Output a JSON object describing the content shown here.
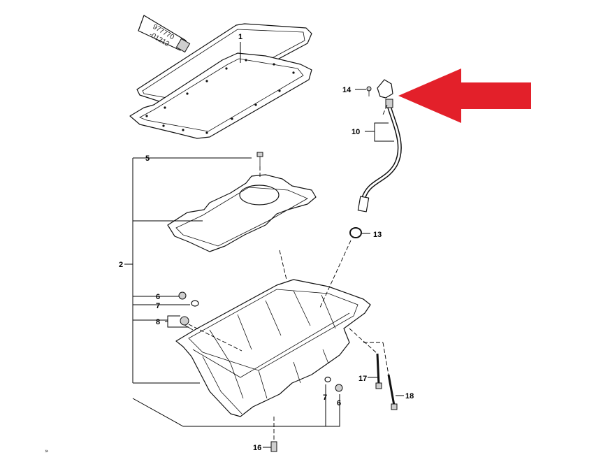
{
  "diagram": {
    "callouts": [
      {
        "id": "1",
        "label": "1"
      },
      {
        "id": "2",
        "label": "2"
      },
      {
        "id": "5",
        "label": "5"
      },
      {
        "id": "6a",
        "label": "6"
      },
      {
        "id": "7a",
        "label": "7"
      },
      {
        "id": "8",
        "label": "8"
      },
      {
        "id": "10",
        "label": "10"
      },
      {
        "id": "13",
        "label": "13"
      },
      {
        "id": "14",
        "label": "14"
      },
      {
        "id": "7b",
        "label": "7"
      },
      {
        "id": "6b",
        "label": "6"
      },
      {
        "id": "16",
        "label": "16"
      },
      {
        "id": "17",
        "label": "17"
      },
      {
        "id": "18",
        "label": "18"
      }
    ],
    "sealant_tube": {
      "line1": "977770",
      "line2": "-01212"
    },
    "highlight_arrow_color": "#e3202a"
  },
  "footnote": "»"
}
